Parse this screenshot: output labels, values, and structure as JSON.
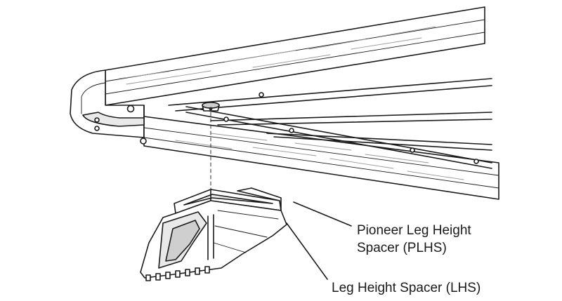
{
  "labels": {
    "plhs_line1": "Pioneer Leg Height",
    "plhs_line2": "Spacer (PLHS)",
    "lhs": "Leg Height Spacer (LHS)"
  },
  "colors": {
    "ink": "#1a1a1a",
    "hatch": "#9a9a9a",
    "background": "#ffffff"
  }
}
